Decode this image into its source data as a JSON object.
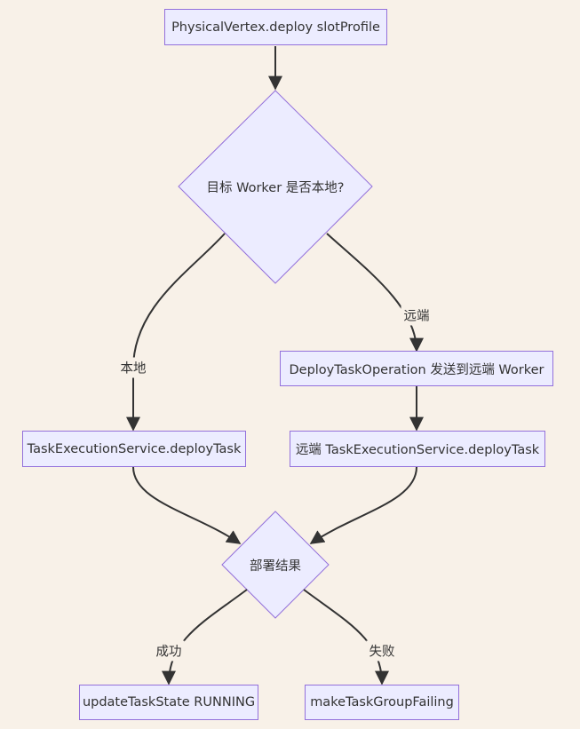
{
  "nodes": {
    "start": "PhysicalVertex.deploy slotProfile",
    "decision_local": "目标 Worker 是否本地?",
    "remote_send": "DeployTaskOperation 发送到远端 Worker",
    "local_deploy": "TaskExecutionService.deployTask",
    "remote_deploy": "远端 TaskExecutionService.deployTask",
    "decision_result": "部署结果",
    "success_update": "updateTaskState RUNNING",
    "failure_mark": "makeTaskGroupFailing"
  },
  "edges": {
    "local": "本地",
    "remote": "远端",
    "success": "成功",
    "failure": "失败"
  },
  "colors": {
    "node_fill": "#ececff",
    "node_stroke": "#9370db",
    "edge": "#333333",
    "background": "#f8f1e8"
  }
}
